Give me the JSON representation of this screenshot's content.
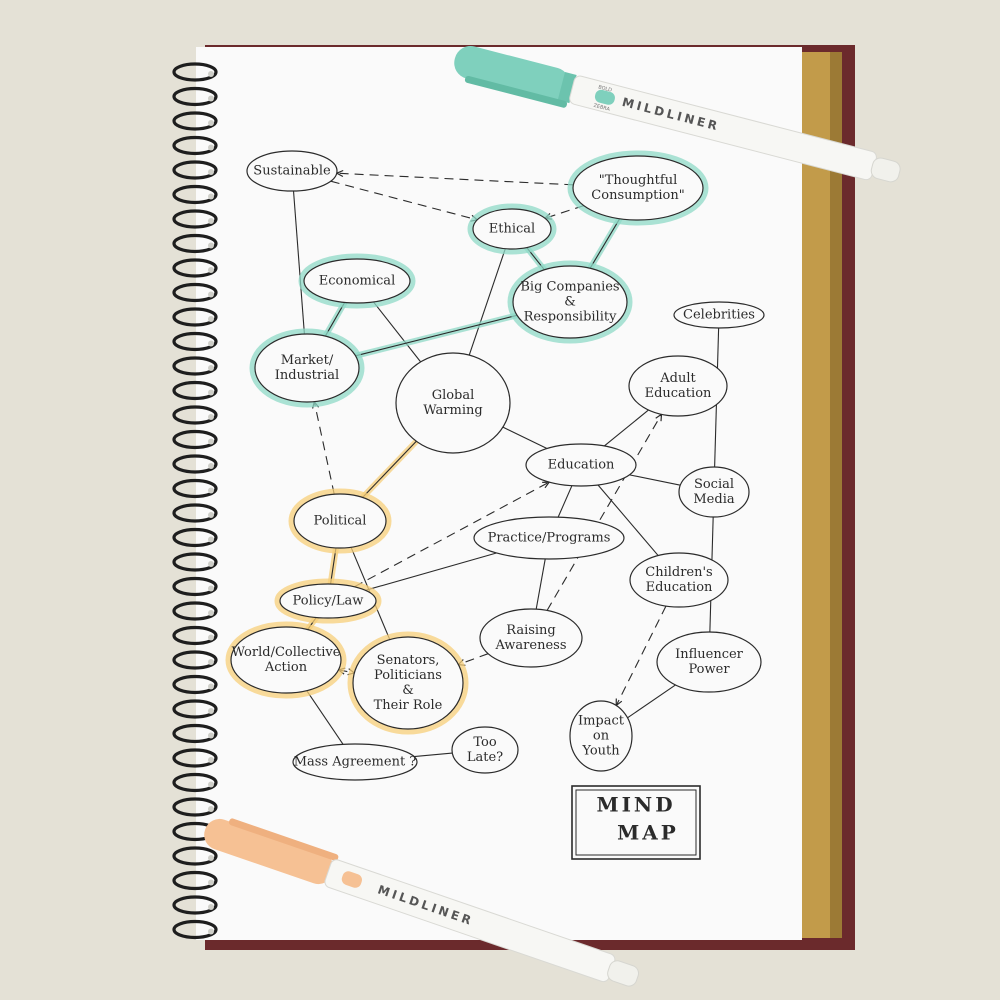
{
  "nodes": [
    {
      "id": "sustainable",
      "lines": [
        "Sustainable"
      ]
    },
    {
      "id": "thoughtful",
      "lines": [
        "\"Thoughtful",
        "Consumption\""
      ]
    },
    {
      "id": "ethical",
      "lines": [
        "Ethical"
      ]
    },
    {
      "id": "economical",
      "lines": [
        "Economical"
      ]
    },
    {
      "id": "big-companies",
      "lines": [
        "Big Companies",
        "&",
        "Responsibility"
      ]
    },
    {
      "id": "celebrities",
      "lines": [
        "Celebrities"
      ]
    },
    {
      "id": "market",
      "lines": [
        "Market/",
        "Industrial"
      ]
    },
    {
      "id": "global-warming",
      "lines": [
        "Global",
        "Warming"
      ]
    },
    {
      "id": "adult-education",
      "lines": [
        "Adult",
        "Education"
      ]
    },
    {
      "id": "education",
      "lines": [
        "Education"
      ]
    },
    {
      "id": "social-media",
      "lines": [
        "Social",
        "Media"
      ]
    },
    {
      "id": "political",
      "lines": [
        "Political"
      ]
    },
    {
      "id": "practice",
      "lines": [
        "Practice/Programs"
      ]
    },
    {
      "id": "childrens-education",
      "lines": [
        "Children's",
        "Education"
      ]
    },
    {
      "id": "policy",
      "lines": [
        "Policy/Law"
      ]
    },
    {
      "id": "world-action",
      "lines": [
        "World/Collective",
        "Action"
      ]
    },
    {
      "id": "senators",
      "lines": [
        "Senators,",
        "Politicians",
        "&",
        "Their Role"
      ]
    },
    {
      "id": "raising",
      "lines": [
        "Raising",
        "Awareness"
      ]
    },
    {
      "id": "influencer",
      "lines": [
        "Influencer",
        "Power"
      ]
    },
    {
      "id": "impact",
      "lines": [
        "Impact",
        "on",
        "Youth"
      ]
    },
    {
      "id": "mass-agreement",
      "lines": [
        "Mass Agreement ?"
      ]
    },
    {
      "id": "too-late",
      "lines": [
        "Too",
        "Late?"
      ]
    }
  ],
  "title": {
    "lines": [
      "MIND",
      "MAP"
    ]
  },
  "highlight_colors": {
    "teal": "#8fd9c7",
    "orange": "#f7cf7a"
  },
  "pens": {
    "top": {
      "brand": "MILDLINER",
      "maker": "ZEBRA",
      "tip": "BOLD",
      "color": "#7fd0bd"
    },
    "bottom": {
      "brand": "MILDLINER",
      "color": "#f6c194"
    }
  }
}
